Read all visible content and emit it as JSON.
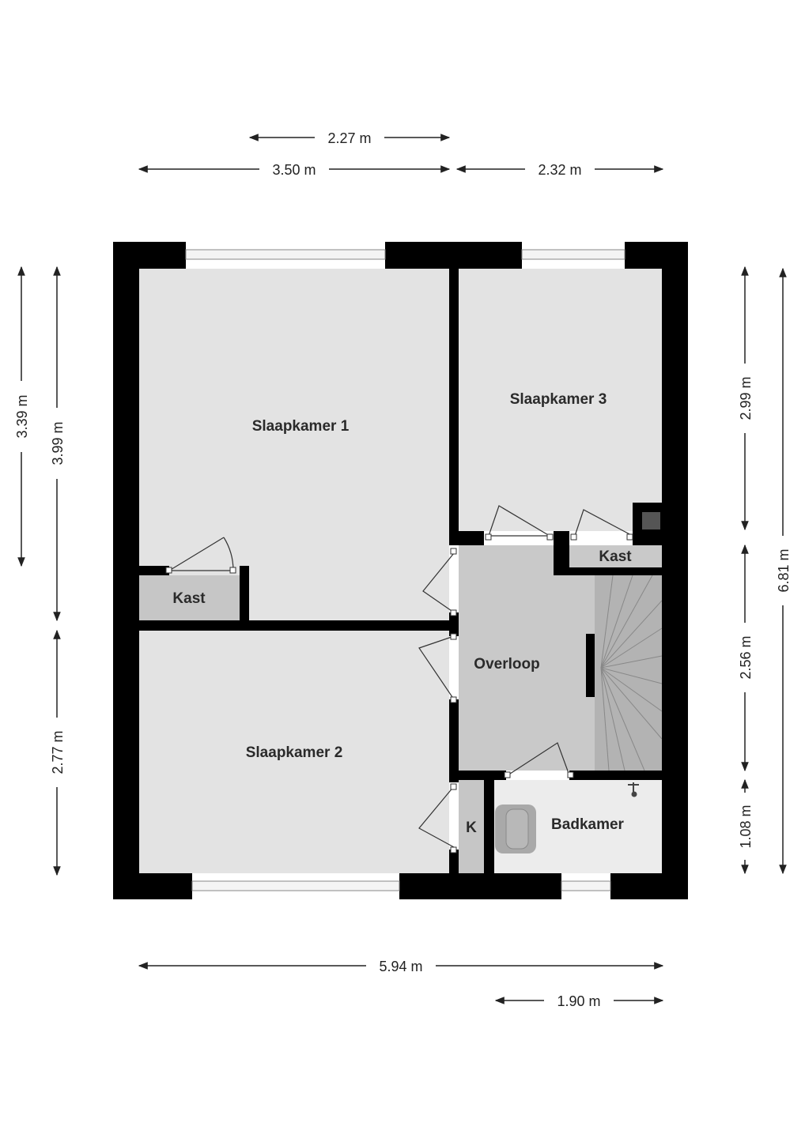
{
  "rooms": {
    "slaapkamer1": "Slaapkamer 1",
    "slaapkamer2": "Slaapkamer 2",
    "slaapkamer3": "Slaapkamer 3",
    "kast1": "Kast",
    "kast2": "Kast",
    "overloop": "Overloop",
    "k": "K",
    "badkamer": "Badkamer"
  },
  "dimensions": {
    "top_2_27": "2.27 m",
    "top_3_50": "3.50 m",
    "top_2_32": "2.32 m",
    "bottom_5_94": "5.94 m",
    "bottom_1_90": "1.90 m",
    "left_3_39": "3.39 m",
    "left_3_99": "3.99 m",
    "left_2_77": "2.77 m",
    "right_2_99": "2.99 m",
    "right_6_81": "6.81 m",
    "right_2_56": "2.56 m",
    "right_1_08": "1.08 m"
  },
  "colors": {
    "wall": "#000000",
    "room": "#e3e3e3",
    "overloop": "#c9c9c9",
    "stairs": "#b3b3b3",
    "storage": "#c6c6c6",
    "bathroom": "#ececec"
  }
}
